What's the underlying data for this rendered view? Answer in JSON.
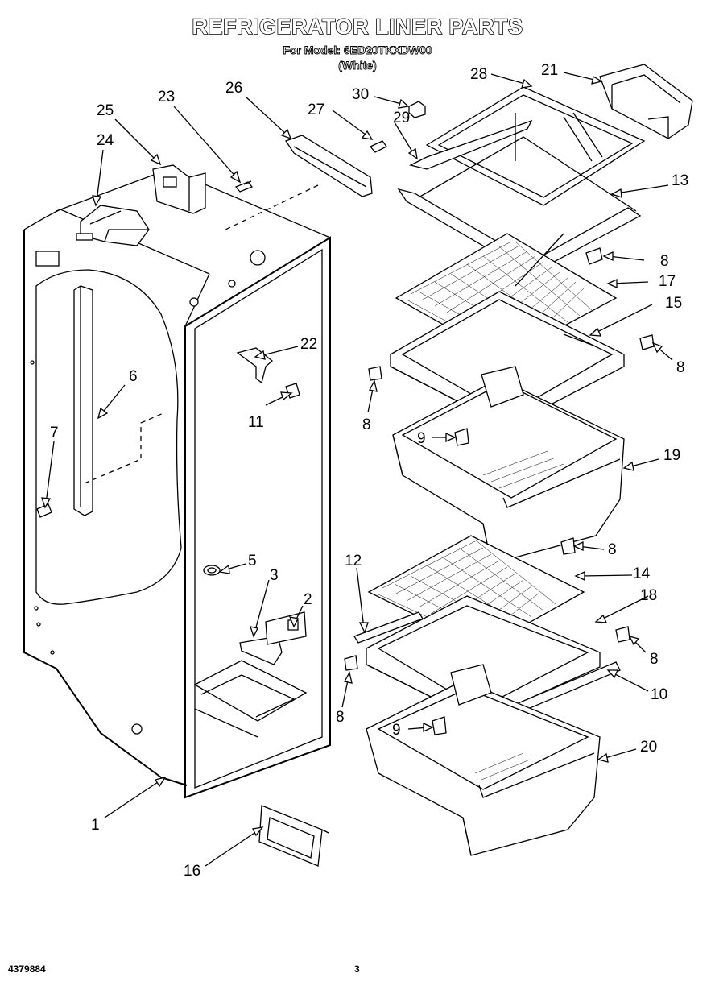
{
  "header": {
    "title": "REFRIGERATOR LINER PARTS",
    "model_line": "For Model: 6ED20TKXDW00",
    "color_line": "(White)"
  },
  "footer": {
    "doc_number": "4379884",
    "page_number": "3"
  },
  "callouts": [
    "1",
    "2",
    "3",
    "5",
    "6",
    "7",
    "8",
    "8",
    "8",
    "8",
    "8",
    "8",
    "9",
    "9",
    "10",
    "11",
    "12",
    "13",
    "14",
    "15",
    "16",
    "17",
    "18",
    "19",
    "20",
    "21",
    "22",
    "23",
    "24",
    "25",
    "26",
    "27",
    "28",
    "29",
    "30"
  ]
}
